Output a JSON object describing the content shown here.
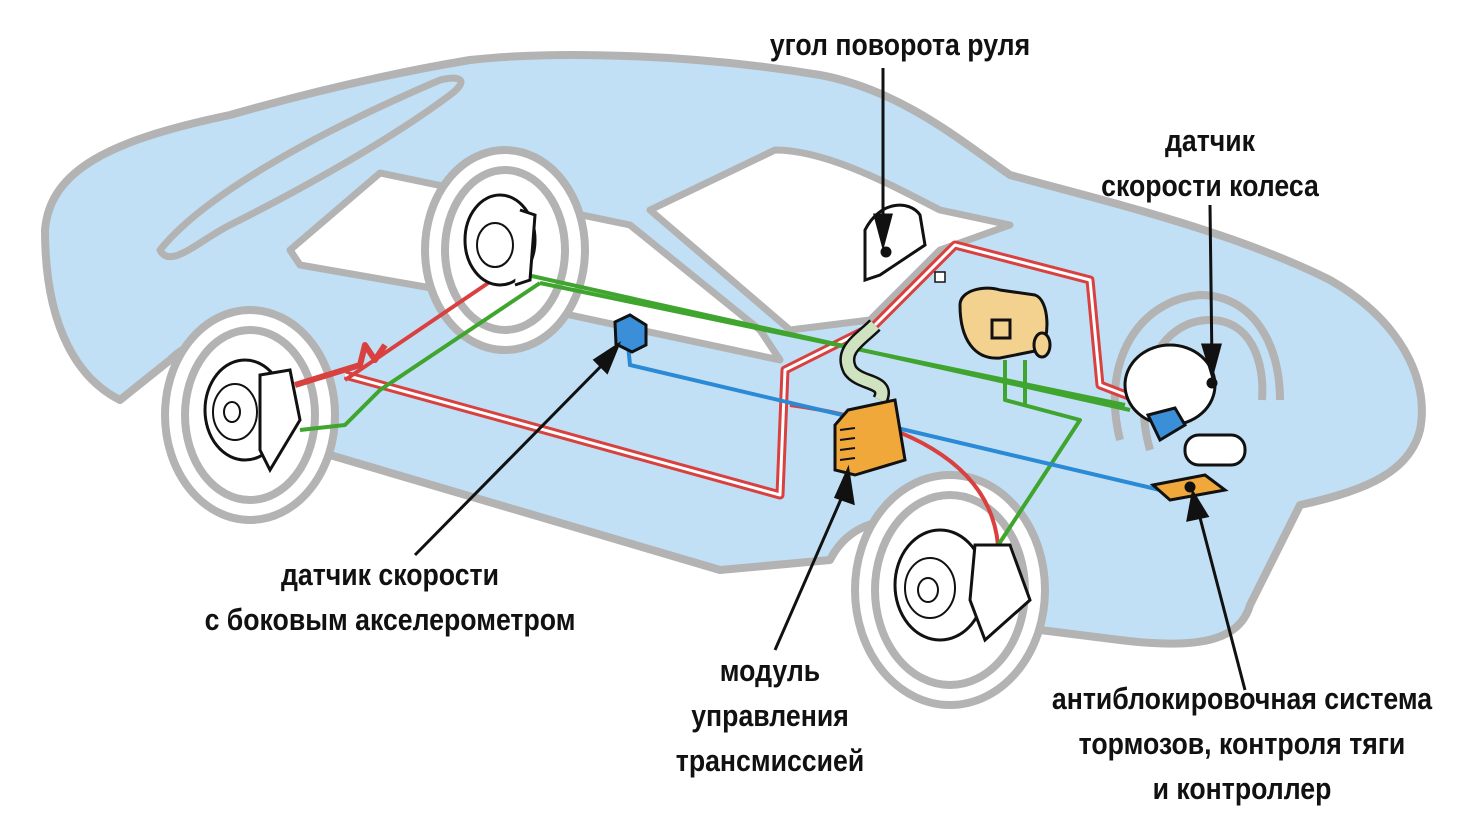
{
  "diagram": {
    "title": "Car stability control system components",
    "colors": {
      "background": "#ffffff",
      "body_fill": "#c2e0f5",
      "body_outline": "#b3b3b3",
      "brake_line_red": "#d8413f",
      "signal_line_green": "#3fa52e",
      "signal_line_blue": "#2a8ad6",
      "sensor_blue": "#3a8fd8",
      "module_orange": "#f0a83a",
      "booster_beige": "#f2d28e",
      "hose_green": "#cfe3c0",
      "label_text": "#111111"
    },
    "labels": {
      "steering_angle": {
        "lines": [
          "угол поворота руля"
        ]
      },
      "wheel_speed_sensor": {
        "lines": [
          "датчик",
          "скорости колеса"
        ]
      },
      "speed_sensor_accelerometer": {
        "lines": [
          "датчик скорости",
          "с боковым акселерометром"
        ]
      },
      "transmission_module": {
        "lines": [
          "модуль",
          "управления",
          "трансмиссией"
        ]
      },
      "abs_controller": {
        "lines": [
          "антиблокировочная система",
          "тормозов, контроля тяги",
          "и контроллер"
        ]
      }
    },
    "components": [
      {
        "id": "rear-left-wheel-brake",
        "name": "Rear brake disc with sensor"
      },
      {
        "id": "rear-right-wheel-brake",
        "name": "Rear brake disc (far side)"
      },
      {
        "id": "front-left-wheel-brake",
        "name": "Front brake disc"
      },
      {
        "id": "front-right-wheel-abs",
        "name": "Front brake with ABS unit"
      },
      {
        "id": "yaw-sensor",
        "name": "Speed sensor with lateral accelerometer"
      },
      {
        "id": "steering-sensor",
        "name": "Steering angle sensor"
      },
      {
        "id": "brake-booster",
        "name": "Brake booster"
      },
      {
        "id": "transmission-module",
        "name": "Transmission control module"
      },
      {
        "id": "abs-controller",
        "name": "ABS / traction control controller"
      }
    ]
  }
}
